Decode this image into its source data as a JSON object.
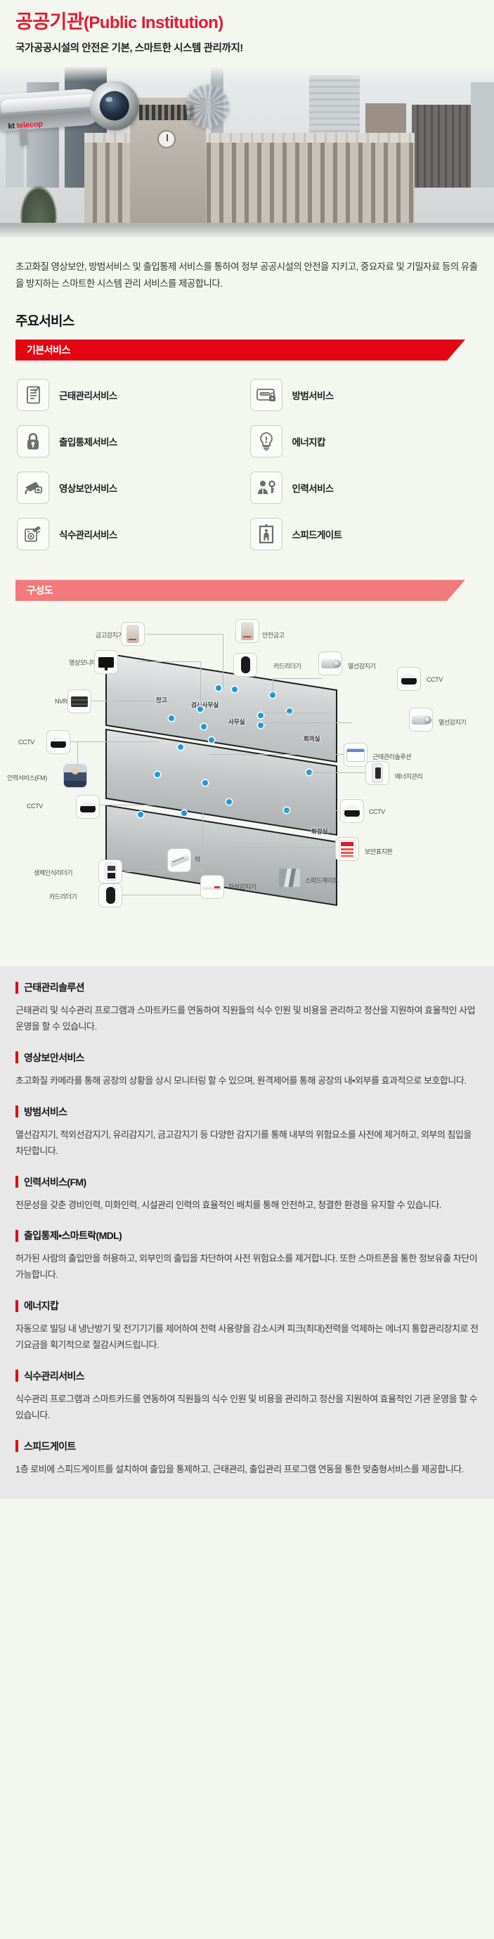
{
  "header": {
    "title_ko": "공공기관",
    "title_en": "(Public Institution)",
    "subtitle": "국가공공시설의 안전은 기본, 스마트한 시스템 관리까지!"
  },
  "hero": {
    "brand_kt": "kt",
    "brand_telecop": "telecop",
    "alt": "공공기관 건물과 CCTV 카메라"
  },
  "intro": {
    "text": "초고화질 영상보안, 방범서비스 및 출입통제 서비스를 통하여 정부 공공시설의 안전을 지키고, 중요자료 및 기밀자료 등의 유출을 방지하는 스마트한 시스템 관리 서비스를 제공합니다."
  },
  "services_section": {
    "title": "주요서비스",
    "ribbon_label": "기본서비스",
    "items": [
      {
        "label": "근태관리서비스",
        "icon": "clipboard-icon"
      },
      {
        "label": "방범서비스",
        "icon": "card-lock-icon"
      },
      {
        "label": "출입통제서비스",
        "icon": "padlock-icon"
      },
      {
        "label": "에너지캅",
        "icon": "lightbulb-icon"
      },
      {
        "label": "영상보안서비스",
        "icon": "cctv-camera-icon"
      },
      {
        "label": "인력서비스",
        "icon": "person-key-icon"
      },
      {
        "label": "식수관리서비스",
        "icon": "meal-card-icon"
      },
      {
        "label": "스피드게이트",
        "icon": "speed-gate-icon"
      }
    ]
  },
  "diagram_section": {
    "ribbon_label": "구성도",
    "room_labels": [
      "창고",
      "검사사무실",
      "사무실",
      "회의실",
      "화장실"
    ],
    "labels": [
      {
        "text": "금고감지기",
        "side": "left"
      },
      {
        "text": "영상모니터",
        "side": "left"
      },
      {
        "text": "NVR",
        "side": "left"
      },
      {
        "text": "CCTV",
        "side": "left"
      },
      {
        "text": "CCTV",
        "side": "left"
      },
      {
        "text": "인력서비스(FM)",
        "side": "left"
      },
      {
        "text": "생체인식리더기",
        "side": "left"
      },
      {
        "text": "카드리더기",
        "side": "left"
      },
      {
        "text": "락",
        "side": "center"
      },
      {
        "text": "자석감지기",
        "side": "center"
      },
      {
        "text": "스피드게이트",
        "side": "center"
      },
      {
        "text": "안전금고",
        "side": "right"
      },
      {
        "text": "카드리더기",
        "side": "right"
      },
      {
        "text": "열선감지기",
        "side": "right"
      },
      {
        "text": "CCTV",
        "side": "right"
      },
      {
        "text": "열선감지기",
        "side": "right"
      },
      {
        "text": "근태관리솔루션",
        "side": "right"
      },
      {
        "text": "에너지관리",
        "side": "right"
      },
      {
        "text": "CCTV",
        "side": "right"
      },
      {
        "text": "보안표지판",
        "side": "right"
      }
    ]
  },
  "details": [
    {
      "title": "근태관리솔루션",
      "text": "근태관리 및 식수관리 프로그램과 스마트카드를 연동하여 직원들의 식수 인원 및 비용을 관리하고 정산을 지원하여 효율적인 사업 운영을 할 수 있습니다."
    },
    {
      "title": "영상보안서비스",
      "text": "초고화질 카메라를 통해 공장의 상황을 상시 모니터링 할 수 있으며, 원격제어를 통해 공장의 내•외부를 효과적으로 보호합니다."
    },
    {
      "title": "방범서비스",
      "text": "열선감지기, 적외선감지기, 유리감지기, 금고감지기 등 다양한 감지기를 통해 내부의 위험요소를 사전에 제거하고, 외부의 침입을 차단합니다."
    },
    {
      "title": "인력서비스(FM)",
      "text": "전문성을 갖춘 경비인력, 미화인력, 시설관리 인력의 효율적인 배치를 통해 안전하고, 청결한 환경을 유지할 수 있습니다."
    },
    {
      "title": "출입통제•스마트락(MDL)",
      "text": "허가된 사람의 출입만을 허용하고, 외부인의 출입을 차단하여 사전 위험요소를 제거합니다. 또한 스마트폰을 통한 정보유출 차단이 가능합니다."
    },
    {
      "title": "에너지캅",
      "text": "자동으로 빌딩 내 냉난방기 및 전기기기를 제어하여 전력 사용량을 감소시켜 피크(최대)전력을 억제하는 에너지 통합관리장치로 전기요금을 획기적으로 절감시켜드립니다."
    },
    {
      "title": "식수관리서비스",
      "text": "식수관리 프로그램과 스마트카드를 연동하여 직원들의 식수 인원 및 비용을 관리하고 정산을 지원하여 효율적인 기관 운영을 할 수 있습니다."
    },
    {
      "title": "스피드게이트",
      "text": "1층 로비에 스피드게이트를 설치하여 출입을 통제하고, 근태관리, 출입관리 프로그램 연동을 통한 맞춤형서비스를 제공합니다."
    }
  ],
  "colors": {
    "brand_red": "#e30613",
    "ribbon_light_red": "#f17a7c",
    "page_bg": "#f4f7f0",
    "detail_bg": "#e8e8e8",
    "dot_blue": "#1b9ad6"
  }
}
